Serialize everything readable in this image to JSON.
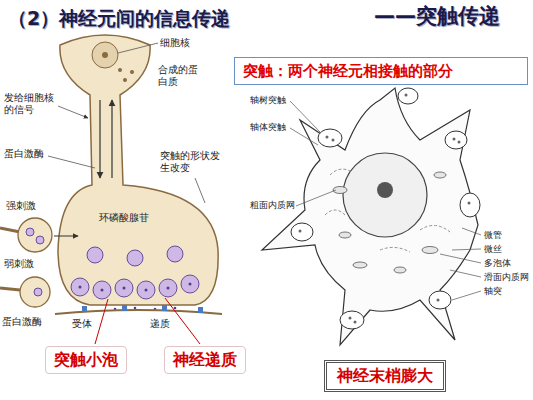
{
  "diagram": {
    "title": "（2）神经元间的信息传递",
    "nodes": [
      {
        "text": [
          "突触：两个神经元相接触的部分"
        ]
      },
      {
        "text": [
          "突触小泡"
        ]
      },
      {
        "text": [
          "神经递质"
        ]
      },
      {
        "text": [
          "神经末梢膨大"
        ]
      }
    ],
    "labels": [
      "——突触传递",
      "细胞核",
      "发给细胞核的信号",
      "合成的蛋白质",
      "蛋白激酶",
      "强刺激",
      "环磷酸腺苷",
      "突触的形状发生改变",
      "弱刺激",
      "蛋白激酶",
      "受体",
      "递质",
      "轴树突触",
      "轴体突触",
      "粗面内质网",
      "微管",
      "微丝",
      "多泡体",
      "滑面内质网",
      "轴突"
    ]
  }
}
